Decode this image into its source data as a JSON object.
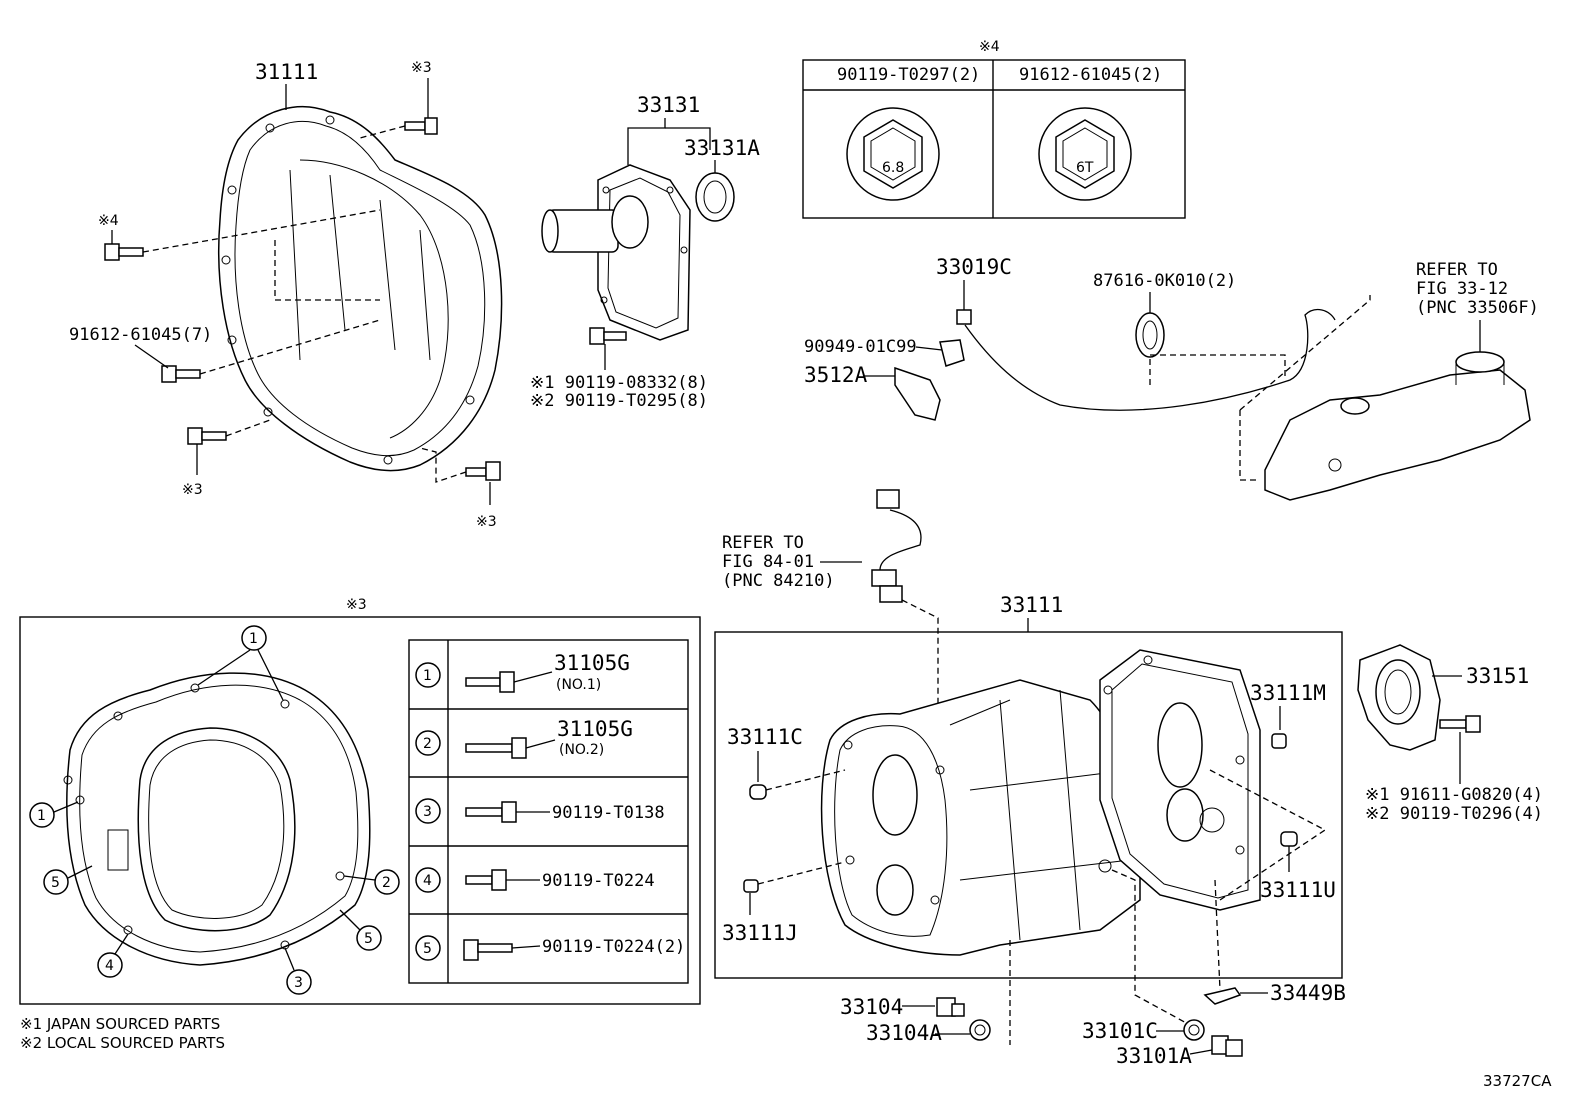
{
  "top_left": {
    "bellhousing_pnc": "31111",
    "note3_top": "※3",
    "note4_left": "※4",
    "bolt_91612": "91612-61045(7)",
    "note3_bottom_left": "※3",
    "note3_bottom_right": "※3"
  },
  "top_center": {
    "cover_pnc": "33131",
    "seal_pnc": "33131A",
    "bolt_jp": "※1 90119-08332(8)",
    "bolt_local": "※2 90119-T0295(8)"
  },
  "note4_table": {
    "title": "※4",
    "col1_part": "90119-T0297(2)",
    "col2_part": "91612-61045(2)",
    "col1_mark": "6.8",
    "col2_mark": "6T"
  },
  "shifter": {
    "cable_pnc": "33019C",
    "clip_pnc": "90949-01C99",
    "bracket_pnc": "3512A",
    "boot_pnc": "87616-0K010(2)",
    "refer_line1": "REFER TO",
    "refer_line2": "FIG 33-12",
    "refer_line3": "(PNC 33506F)"
  },
  "sensor_ref": {
    "line1": "REFER TO",
    "line2": "FIG 84-01",
    "line3": "(PNC 84210)"
  },
  "note3_box": {
    "title": "※3",
    "rows": [
      {
        "num": "1",
        "part": "31105G",
        "sub": "(NO.1)"
      },
      {
        "num": "2",
        "part": "31105G",
        "sub": "(NO.2)"
      },
      {
        "num": "3",
        "part": "90119-T0138",
        "sub": ""
      },
      {
        "num": "4",
        "part": "90119-T0224",
        "sub": ""
      },
      {
        "num": "5",
        "part": "90119-T0224(2)",
        "sub": ""
      }
    ],
    "callouts": [
      "1",
      "1",
      "1",
      "5",
      "2",
      "5",
      "4",
      "3"
    ]
  },
  "case_box": {
    "title": "33111",
    "c": "33111C",
    "j": "33111J",
    "m": "33111M",
    "u": "33111U"
  },
  "extension": {
    "pnc": "33151",
    "bolt_jp": "※1 91611-G0820(4)",
    "bolt_local": "※2 90119-T0296(4)"
  },
  "bottom": {
    "plug": "33104",
    "plug_gasket": "33104A",
    "drain_gasket": "33101C",
    "drain_plug": "33101A",
    "plate": "33449B"
  },
  "footnotes": {
    "jp": "※1 JAPAN SOURCED PARTS",
    "local": "※2 LOCAL SOURCED PARTS"
  },
  "figure_code": "33727CA"
}
